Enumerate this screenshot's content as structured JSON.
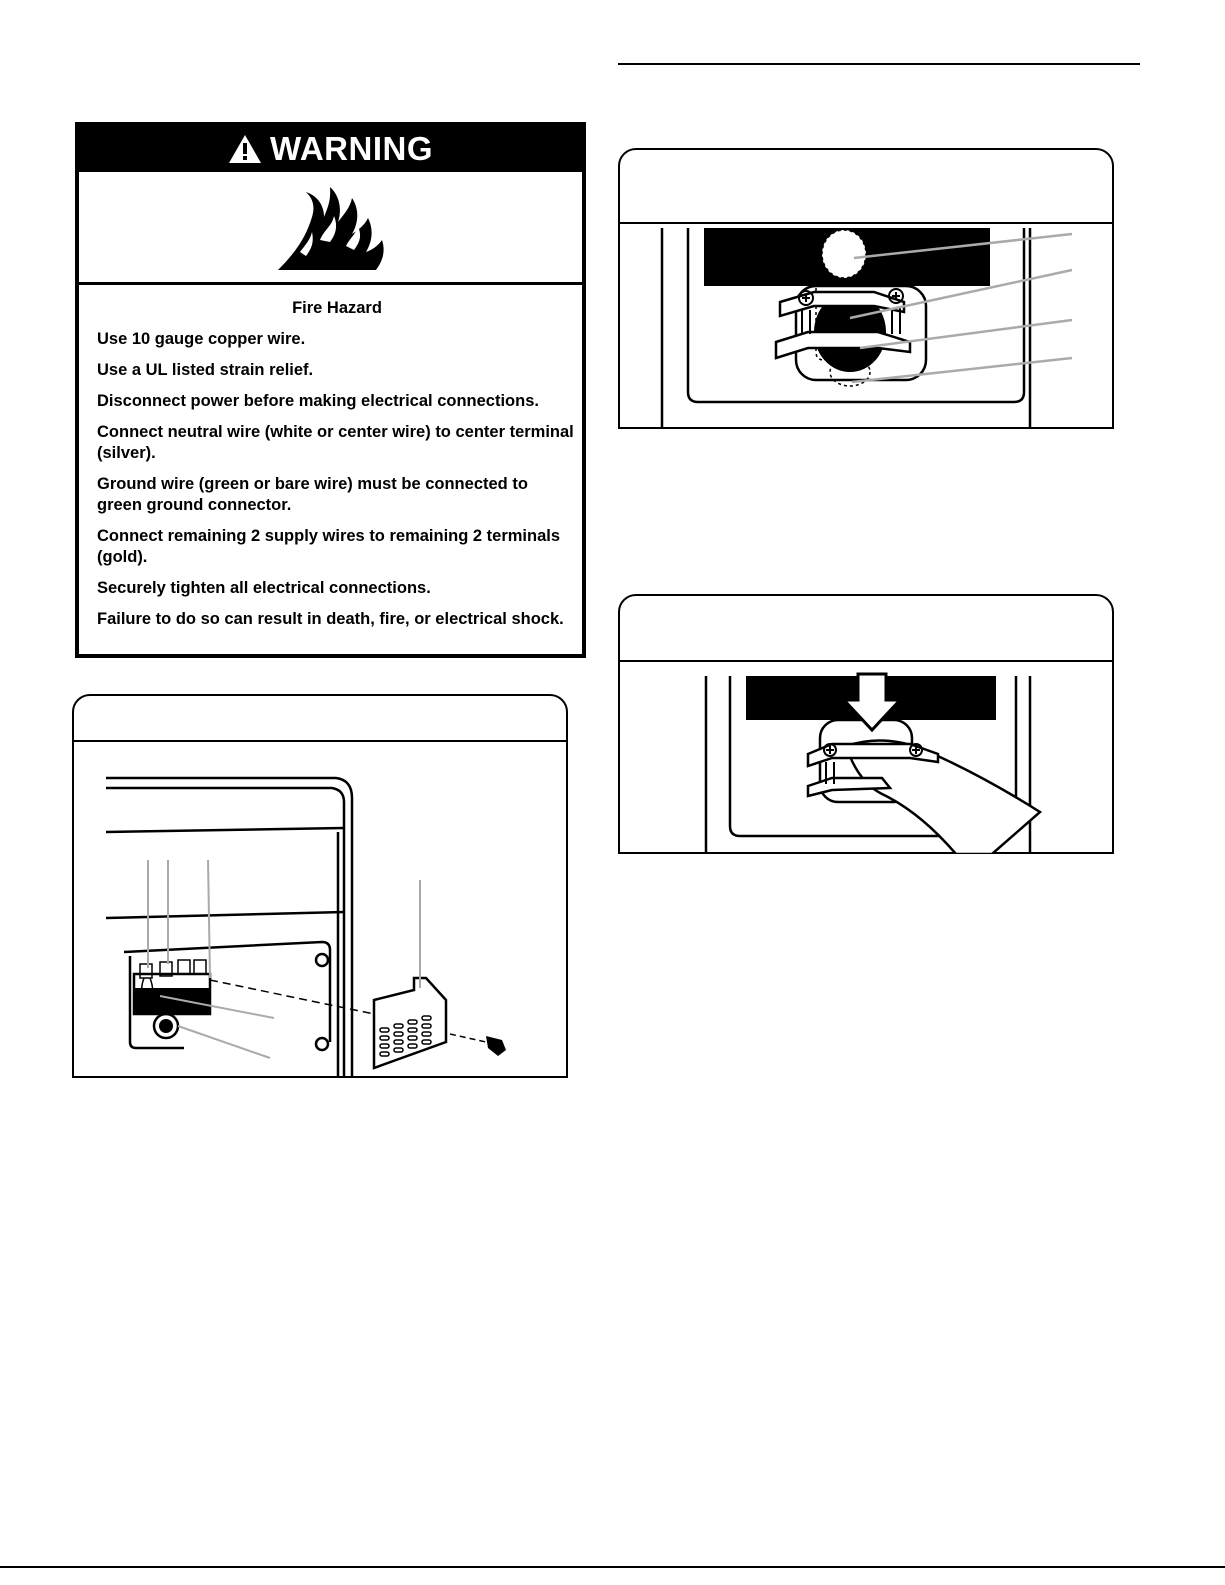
{
  "warning": {
    "header": "WARNING",
    "title": "Fire Hazard",
    "lines": [
      "Use 10 gauge copper wire.",
      "Use a UL listed strain relief.",
      "Disconnect power before making electrical connections.",
      "Connect neutral wire (white or center wire) to center terminal (silver).",
      "Ground wire (green or bare wire) must be connected to green ground connector.",
      "Connect remaining 2 supply wires to remaining 2 terminals (gold).",
      "Securely tighten all electrical connections.",
      "Failure to do so can result in death, fire, or electrical shock."
    ]
  },
  "icons": {
    "warning": "warning-triangle-icon",
    "fire": "fire-hazard-icon",
    "arrow": "down-arrow-icon"
  },
  "colors": {
    "ink": "#000000",
    "leader": "#aaaaaa",
    "paper": "#ffffff"
  }
}
